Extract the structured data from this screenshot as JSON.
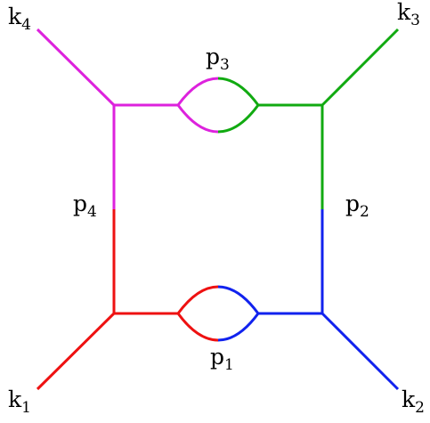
{
  "colors": {
    "red": "#ee1111",
    "blue": "#1122ee",
    "green": "#11aa11",
    "magenta": "#dd22dd"
  },
  "labels": {
    "k1": {
      "base": "k",
      "sub": "1"
    },
    "k2": {
      "base": "k",
      "sub": "2"
    },
    "k3": {
      "base": "k",
      "sub": "3"
    },
    "k4": {
      "base": "k",
      "sub": "4"
    },
    "p1": {
      "base": "p",
      "sub": "1"
    },
    "p2": {
      "base": "p",
      "sub": "2"
    },
    "p3": {
      "base": "p",
      "sub": "3"
    },
    "p4": {
      "base": "p",
      "sub": "4"
    }
  }
}
